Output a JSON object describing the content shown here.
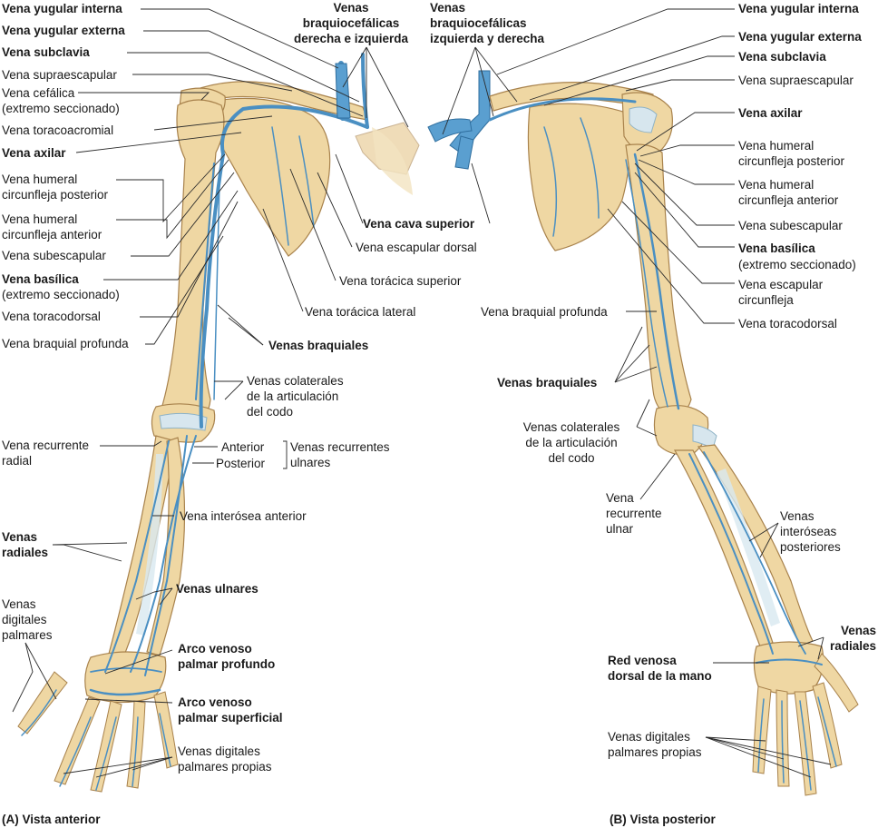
{
  "labels_left": [
    {
      "id": "lv-yugular-interna",
      "text": "Vena yugular interna",
      "bold": true
    },
    {
      "id": "lv-yugular-externa",
      "text": "Vena yugular externa",
      "bold": true
    },
    {
      "id": "lv-subclavia",
      "text": "Vena subclavia",
      "bold": true
    },
    {
      "id": "lv-supraescapular",
      "text": "Vena supraescapular",
      "bold": false
    },
    {
      "id": "lv-cefalica",
      "text": "Vena cefálica\n(extremo seccionado)",
      "bold": false
    },
    {
      "id": "lv-toracoacromial",
      "text": "Vena toracoacromial",
      "bold": false
    },
    {
      "id": "lv-axilar",
      "text": "Vena axilar",
      "bold": true
    },
    {
      "id": "lv-hum-circ-post",
      "text": "Vena humeral\ncircunfleja posterior",
      "bold": false
    },
    {
      "id": "lv-hum-circ-ant",
      "text": "Vena humeral\ncircunfleja anterior",
      "bold": false
    },
    {
      "id": "lv-subescapular",
      "text": "Vena subescapular",
      "bold": false
    },
    {
      "id": "lv-basilica",
      "text": "Vena basílica",
      "bold": true
    },
    {
      "id": "lv-basilica-sub",
      "text": "(extremo seccionado)",
      "bold": false
    },
    {
      "id": "lv-toracodorsal",
      "text": "Vena toracodorsal",
      "bold": false
    },
    {
      "id": "lv-braquial-profunda",
      "text": "Vena braquial profunda",
      "bold": false
    },
    {
      "id": "lv-recurrente-radial",
      "text": "Vena recurrente\nradial",
      "bold": false
    },
    {
      "id": "lv-radiales",
      "text": "Venas\nradiales",
      "bold": true
    },
    {
      "id": "lv-digitales-palmares",
      "text": "Venas\ndigitales\npalmares",
      "bold": false
    }
  ],
  "labels_center_a": [
    {
      "id": "ca-braquiocefalicas",
      "text": "Venas\nbraquiocefálicas\nderecha e izquierda",
      "bold": true
    },
    {
      "id": "ca-cava-superior",
      "text": "Vena cava superior",
      "bold": true
    },
    {
      "id": "ca-escapular-dorsal",
      "text": "Vena escapular dorsal",
      "bold": false
    },
    {
      "id": "ca-toracica-superior",
      "text": "Vena torácica superior",
      "bold": false
    },
    {
      "id": "ca-toracica-lateral",
      "text": "Vena torácica lateral",
      "bold": false
    },
    {
      "id": "ca-braquiales",
      "text": "Venas braquiales",
      "bold": true
    },
    {
      "id": "ca-colaterales",
      "text": "Venas colaterales\nde la articulación\ndel codo",
      "bold": false
    },
    {
      "id": "ca-anterior",
      "text": "Anterior",
      "bold": false
    },
    {
      "id": "ca-posterior",
      "text": "Posterior",
      "bold": false
    },
    {
      "id": "ca-recurrentes-ulnares",
      "text": "Venas recurrentes\nulnares",
      "bold": false
    },
    {
      "id": "ca-interosea-anterior",
      "text": "Vena interósea anterior",
      "bold": false
    },
    {
      "id": "ca-ulnares",
      "text": "Venas ulnares",
      "bold": true
    },
    {
      "id": "ca-arco-profundo",
      "text": "Arco venoso\npalmar profundo",
      "bold": true
    },
    {
      "id": "ca-arco-superficial",
      "text": "Arco venoso\npalmar superficial",
      "bold": true
    },
    {
      "id": "ca-digitales-propias",
      "text": "Venas digitales\npalmares propias",
      "bold": false
    }
  ],
  "labels_center_b": [
    {
      "id": "cb-braquiocefalicas",
      "text": "Venas\nbraquiocefálicas\nizquierda y derecha",
      "bold": true
    },
    {
      "id": "cb-braquial-profunda",
      "text": "Vena braquial profunda",
      "bold": false
    },
    {
      "id": "cb-braquiales",
      "text": "Venas braquiales",
      "bold": true
    },
    {
      "id": "cb-colaterales",
      "text": "Venas colaterales\nde la articulación\ndel codo",
      "bold": false
    },
    {
      "id": "cb-recurrente-ulnar",
      "text": "Vena\nrecurrente\nulnar",
      "bold": false
    },
    {
      "id": "cb-interoseas-post",
      "text": "Venas\ninteróseas\nposteriores",
      "bold": false
    },
    {
      "id": "cb-radiales",
      "text": "Venas\nradiales",
      "bold": true
    },
    {
      "id": "cb-red-dorsal",
      "text": "Red venosa\ndorsal de la mano",
      "bold": true
    },
    {
      "id": "cb-digitales-propias",
      "text": "Venas digitales\npalmares propias",
      "bold": false
    }
  ],
  "labels_right": [
    {
      "id": "rv-yugular-interna",
      "text": "Vena yugular interna",
      "bold": true
    },
    {
      "id": "rv-yugular-externa",
      "text": "Vena yugular externa",
      "bold": true
    },
    {
      "id": "rv-subclavia",
      "text": "Vena subclavia",
      "bold": true
    },
    {
      "id": "rv-supraescapular",
      "text": "Vena supraescapular",
      "bold": false
    },
    {
      "id": "rv-axilar",
      "text": "Vena axilar",
      "bold": true
    },
    {
      "id": "rv-hum-circ-post",
      "text": "Vena humeral\ncircunfleja posterior",
      "bold": false
    },
    {
      "id": "rv-hum-circ-ant",
      "text": "Vena humeral\ncircunfleja anterior",
      "bold": false
    },
    {
      "id": "rv-subescapular",
      "text": "Vena subescapular",
      "bold": false
    },
    {
      "id": "rv-basilica",
      "text": "Vena basílica",
      "bold": true
    },
    {
      "id": "rv-basilica-sub",
      "text": "(extremo seccionado)",
      "bold": false
    },
    {
      "id": "rv-escapular-circ",
      "text": "Vena escapular\ncircunfleja",
      "bold": false
    },
    {
      "id": "rv-toracodorsal",
      "text": "Vena toracodorsal",
      "bold": false
    }
  ],
  "captions": {
    "a": "(A) Vista anterior",
    "b": "(B) Vista posterior"
  },
  "colors": {
    "bone": "#efd7a3",
    "vein": "#4a8fc2",
    "text": "#1a1a1a"
  }
}
